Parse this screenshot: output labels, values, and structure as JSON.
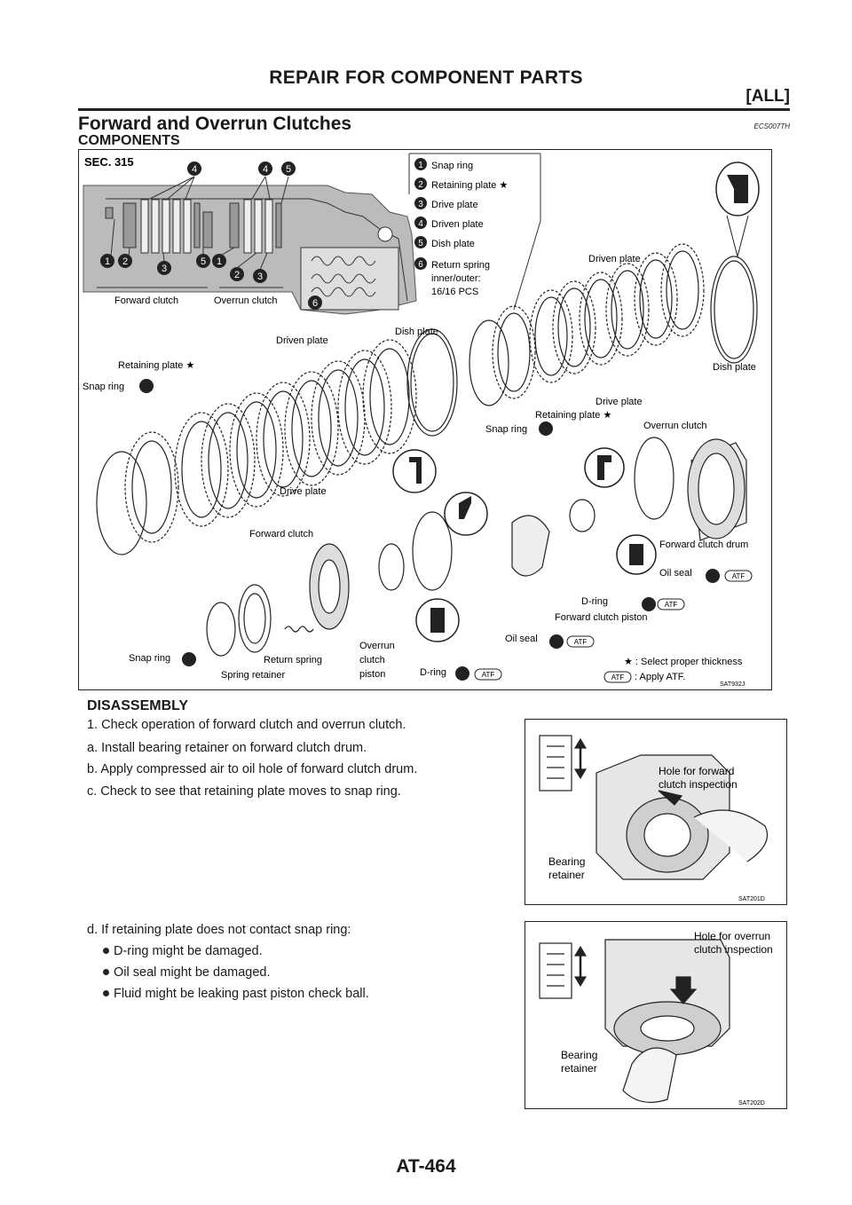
{
  "header": {
    "title": "REPAIR FOR COMPONENT PARTS",
    "tag": "[ALL]"
  },
  "section": {
    "title": "Forward and Overrun Clutches",
    "code": "ECS007TH",
    "components_heading": "COMPONENTS"
  },
  "figure1": {
    "sec_label": "SEC. 315",
    "legend": [
      {
        "num": "1",
        "text": "Snap ring"
      },
      {
        "num": "2",
        "text": "Retaining plate ★"
      },
      {
        "num": "3",
        "text": "Drive plate"
      },
      {
        "num": "4",
        "text": "Driven plate"
      },
      {
        "num": "5",
        "text": "Dish plate"
      },
      {
        "num": "6",
        "text": "Return spring"
      }
    ],
    "legend_extra1": "inner/outer:",
    "legend_extra2": "16/16 PCS",
    "forward_clutch_small": "Forward clutch",
    "overrun_clutch_small": "Overrun clutch",
    "labels": {
      "driven_plate_top": "Driven plate",
      "dish_plate_mid": "Dish plate",
      "driven_plate_mid": "Driven plate",
      "retaining_plate_left": "Retaining plate ★",
      "snap_ring_left": "Snap ring",
      "dish_plate_right": "Dish plate",
      "drive_plate_right": "Drive plate",
      "retaining_plate_right": "Retaining plate ★",
      "snap_ring_mid": "Snap ring",
      "overrun_clutch": "Overrun clutch",
      "drive_plate_left": "Drive plate",
      "forward_clutch": "Forward clutch",
      "forward_clutch_drum": "Forward clutch drum",
      "oil_seal_right": "Oil seal",
      "d_ring_right": "D-ring",
      "forward_clutch_piston": "Forward clutch piston",
      "oil_seal_mid": "Oil seal",
      "snap_ring_bottom": "Snap ring",
      "return_spring": "Return spring",
      "spring_retainer": "Spring retainer",
      "overrun_piston_1": "Overrun",
      "overrun_piston_2": "clutch",
      "overrun_piston_3": "piston",
      "d_ring_bottom": "D-ring",
      "note_star": "★ : Select proper thickness",
      "note_atf": ": Apply ATF.",
      "atf": "ATF"
    },
    "fig_code": "SAT932J"
  },
  "disassembly": {
    "heading": "DISASSEMBLY",
    "steps": [
      "1.  Check operation of forward clutch and overrun clutch.",
      "a.  Install bearing retainer on forward clutch drum.",
      "b.  Apply compressed air to oil hole of forward clutch drum.",
      "c.  Check to see that retaining plate moves to snap ring.",
      "d.  If retaining plate does not contact snap ring:"
    ],
    "bullets": [
      "D-ring might be damaged.",
      "Oil seal might be damaged.",
      "Fluid might be leaking past piston check ball."
    ]
  },
  "figure2": {
    "label1": "Hole for forward",
    "label2": "clutch inspection",
    "label3": "Bearing",
    "label4": "retainer",
    "code": "SAT201D"
  },
  "figure3": {
    "label1": "Hole for overrun",
    "label2": "clutch inspection",
    "label3": "Bearing",
    "label4": "retainer",
    "code": "SAT202D"
  },
  "footer": {
    "page": "AT-464"
  }
}
